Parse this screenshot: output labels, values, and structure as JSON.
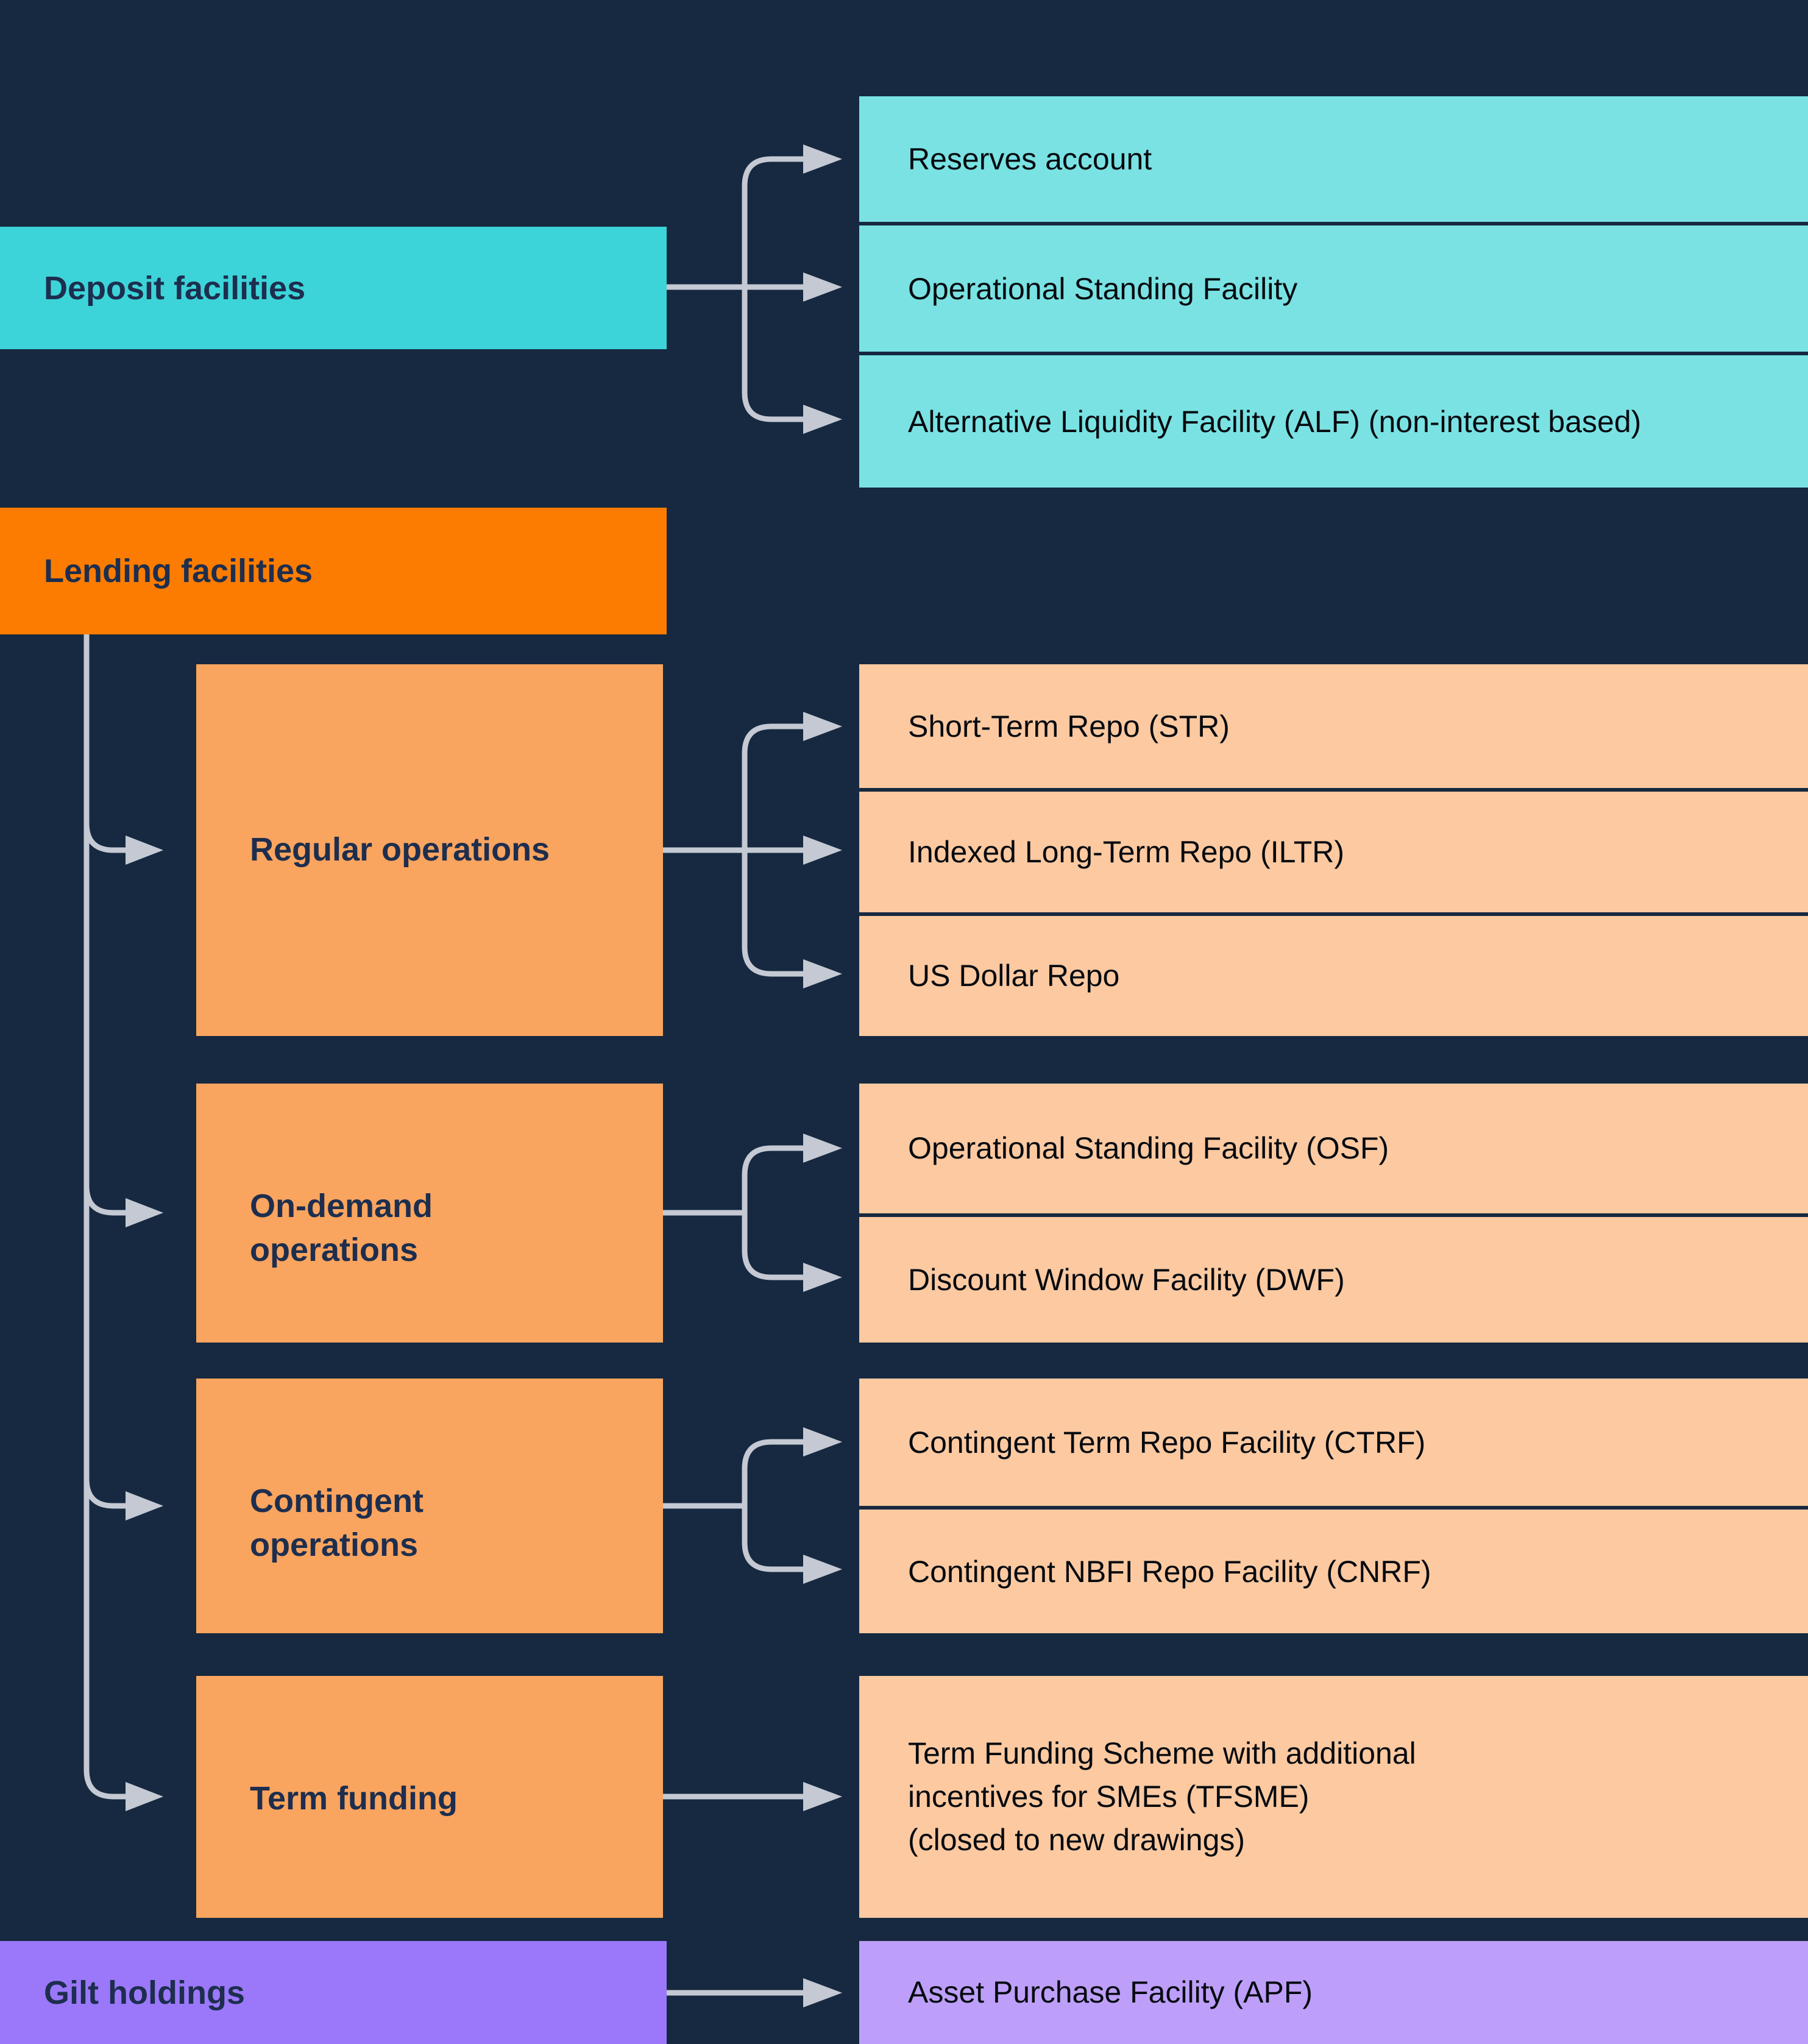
{
  "palette": {
    "background": "#162940",
    "teal_header": "#3CD4D8",
    "teal_leaf": "#7AE2E3",
    "orange_header": "#FB7C00",
    "orange_mid": "#F9A45F",
    "orange_leaf": "#FCC9A1",
    "purple_header": "#9B78FA",
    "purple_leaf": "#BD9FF9",
    "connector": "#C4C9D3",
    "header_text": "#1D2E4E",
    "leaf_text": "#060A0F"
  },
  "diagram": {
    "deposit": {
      "label": "Deposit facilities",
      "children": [
        "Reserves account",
        "Operational Standing Facility",
        "Alternative Liquidity Facility (ALF) (non-interest based)"
      ]
    },
    "lending": {
      "label": "Lending facilities",
      "operations": [
        {
          "label": "Regular operations",
          "children": [
            "Short-Term Repo (STR)",
            "Indexed Long-Term Repo (ILTR)",
            "US Dollar Repo"
          ]
        },
        {
          "label": "On-demand\noperations",
          "children": [
            "Operational Standing Facility (OSF)",
            "Discount Window Facility (DWF)"
          ]
        },
        {
          "label": "Contingent\noperations",
          "children": [
            "Contingent Term Repo Facility (CTRF)",
            "Contingent NBFI Repo Facility (CNRF)"
          ]
        },
        {
          "label": "Term funding",
          "children": [
            "Term Funding Scheme with additional\nincentives for SMEs (TFSME)\n(closed to new drawings)"
          ]
        }
      ]
    },
    "gilt": {
      "label": "Gilt holdings",
      "children": [
        "Asset Purchase Facility (APF)"
      ]
    }
  }
}
